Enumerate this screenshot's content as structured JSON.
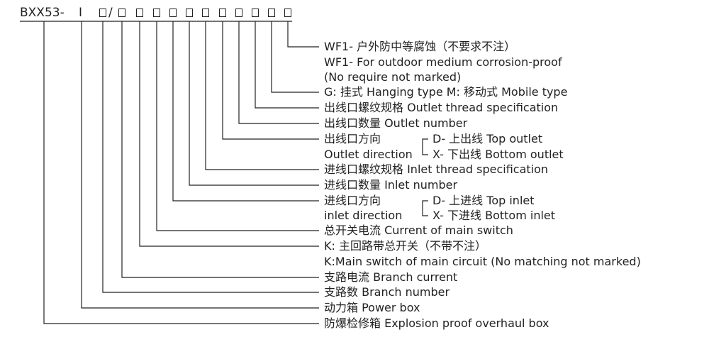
{
  "code": {
    "prefix": "BXX53-",
    "roman": "I",
    "slash": "/"
  },
  "descriptions": {
    "wf1_cn": "WF1- 户外防中等腐蚀（不要求不注）",
    "wf1_en": "WF1- For outdoor medium corrosion-proof",
    "wf1_note": "(No require not marked)",
    "mount": "G: 挂式 Hanging type M: 移动式 Mobile type",
    "outlet_thread": "出线口螺纹规格 Outlet thread specification",
    "outlet_number": "出线口数量 Outlet number",
    "outlet_dir_cn": "出线口方向",
    "outlet_dir_en": "Outlet direction",
    "outlet_dir_d": "D- 上出线 Top outlet",
    "outlet_dir_x": "X- 下出线 Bottom outlet",
    "inlet_thread": "进线口螺纹规格 Inlet thread specification",
    "inlet_number": "进线口数量 Inlet number",
    "inlet_dir_cn": "进线口方向",
    "inlet_dir_en": "inlet direction",
    "inlet_dir_d": "D- 上进线 Top inlet",
    "inlet_dir_x": "X- 下进线 Bottom inlet",
    "main_switch_current": "总开关电流 Current of main switch",
    "k_cn": "K: 主回路带总开关（不带不注）",
    "k_en": "K:Main switch of main circuit (No matching not marked)",
    "branch_current": "支路电流 Branch current",
    "branch_number": "支路数 Branch number",
    "power_box": "动力箱 Power box",
    "explosion": "防爆检修箱 Explosion proof overhaul box"
  }
}
